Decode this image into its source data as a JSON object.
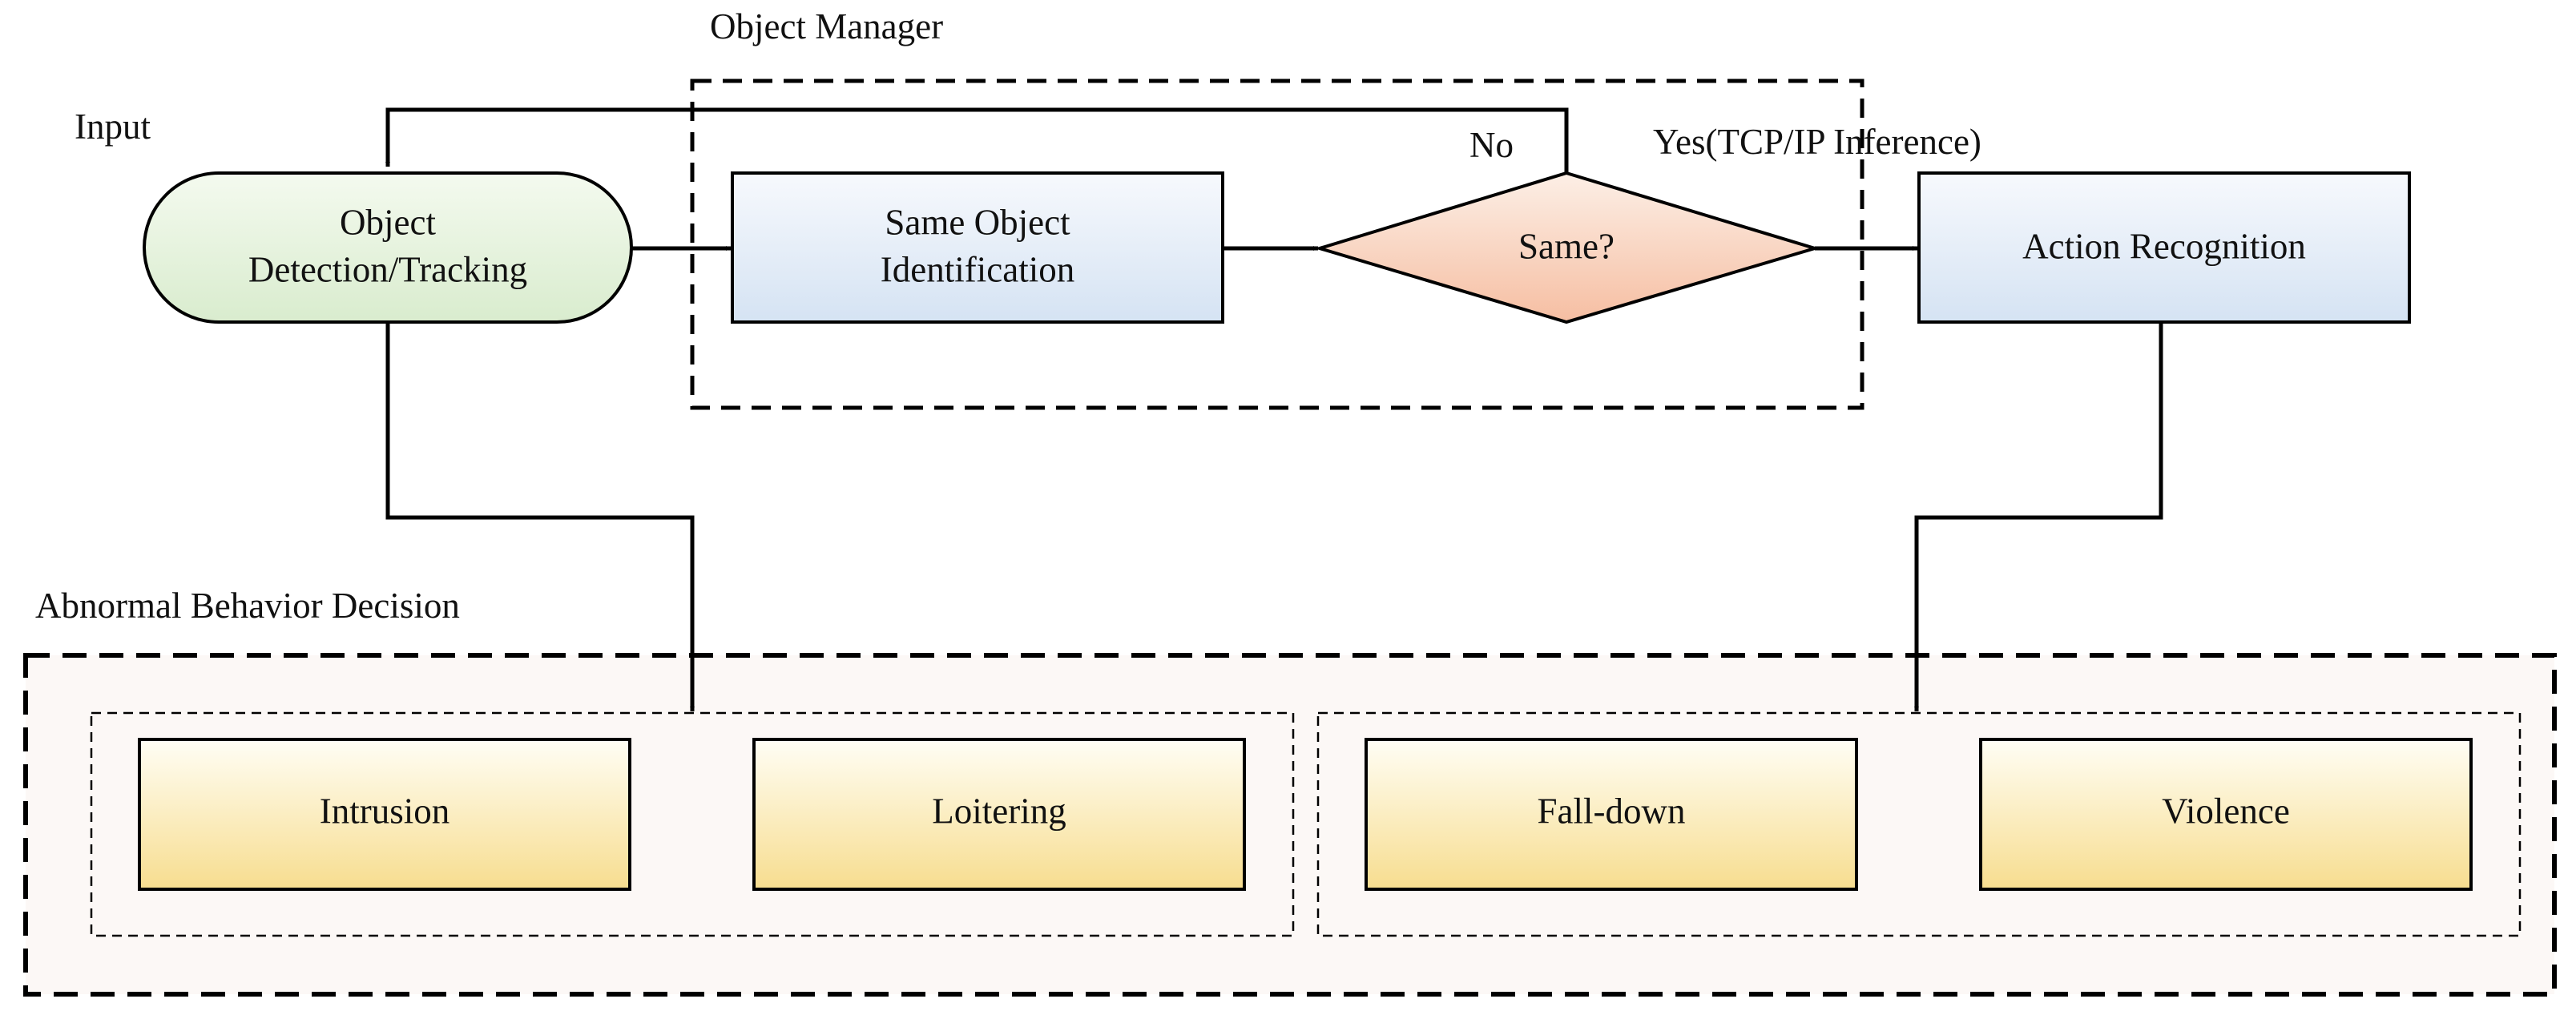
{
  "colors": {
    "line": "#000000",
    "pill_fill_top": "#f4faef",
    "pill_fill_bottom": "#d9ecce",
    "blue_fill_top": "#f7f9fd",
    "blue_fill_bottom": "#d5e3f3",
    "diamond_fill_top": "#fcefe6",
    "diamond_fill_bottom": "#f6bea2",
    "yellow_fill_top": "#fffef5",
    "yellow_fill_bottom": "#f7dd8f",
    "panel_fill": "#fcf8f6"
  },
  "labels": {
    "input": "Input",
    "object_manager": "Object Manager",
    "abnormal_behavior_decision": "Abnormal Behavior Decision",
    "no": "No",
    "yes": "Yes(TCP/IP Inference)"
  },
  "nodes": {
    "detection": {
      "line1": "Object",
      "line2": "Detection/Tracking"
    },
    "identification": {
      "line1": "Same Object",
      "line2": "Identification"
    },
    "decision": {
      "label": "Same?"
    },
    "action": {
      "label": "Action Recognition"
    }
  },
  "behaviors": {
    "intrusion": "Intrusion",
    "loitering": "Loitering",
    "fall_down": "Fall-down",
    "violence": "Violence"
  }
}
